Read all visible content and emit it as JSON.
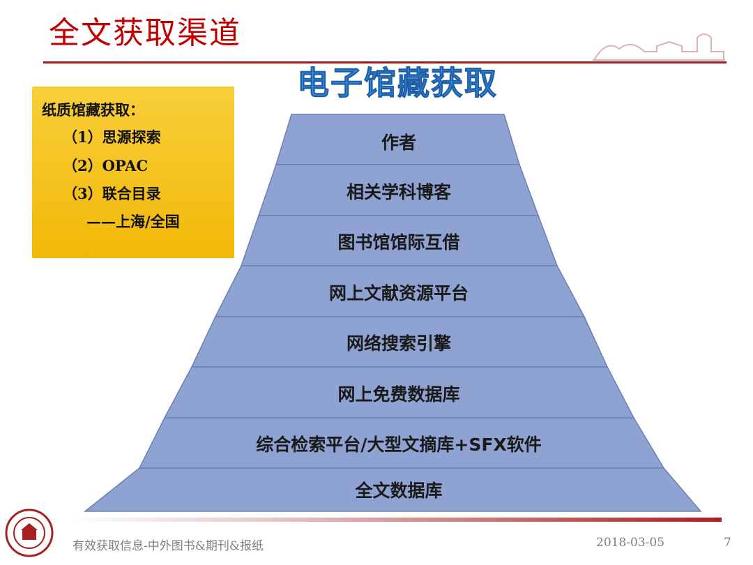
{
  "page": {
    "title": "全文获取渠道"
  },
  "paper_box": {
    "heading": "纸质馆藏获取：",
    "items": [
      "（1）思源探索",
      "（2）OPAC",
      "（3）联合目录",
      "——上海/全国"
    ]
  },
  "pyramid": {
    "title": "电子馆藏获取",
    "levels": [
      "作者",
      "相关学科博客",
      "图书馆馆际互借",
      "网上文献资源平台",
      "网络搜索引擎",
      "网上免费数据库",
      "综合检索平台/大型文摘库+SFX软件",
      "全文数据库"
    ]
  },
  "footer": {
    "text": "有效获取信息-中外图书&期刊&报纸",
    "date": "2018-03-05",
    "page_number": "7"
  },
  "colors": {
    "title": "#c00000",
    "pyramid_fill": "#8fa3d3",
    "paper_box": "#f5c518",
    "footer_text": "#7f7f7f"
  }
}
